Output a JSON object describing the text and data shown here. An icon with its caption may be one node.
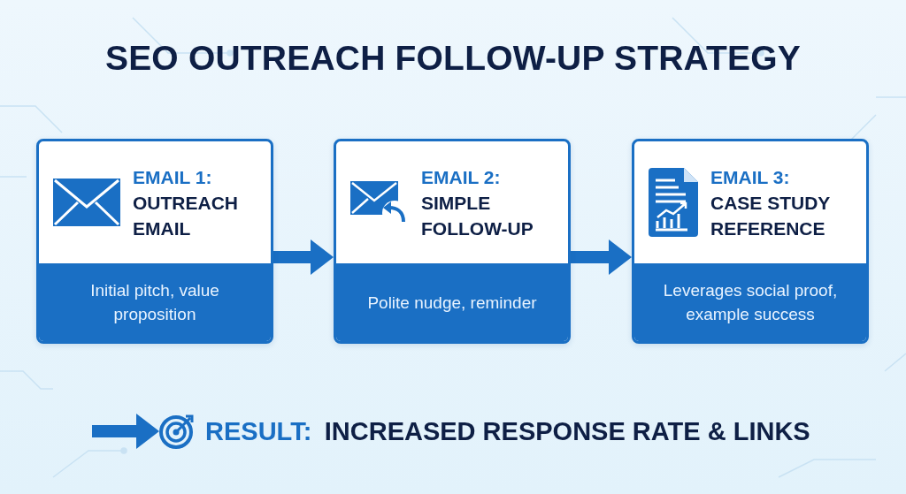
{
  "diagram": {
    "title": "SEO OUTREACH FOLLOW-UP STRATEGY",
    "nodes": [
      {
        "text": [
          "EMAIL 1:",
          "OUTREACH EMAIL",
          "Initial pitch, value proposition"
        ]
      },
      {
        "text": [
          "EMAIL 2:",
          "SIMPLE FOLLOW-UP",
          "Polite nudge, reminder"
        ]
      },
      {
        "text": [
          "EMAIL 3:",
          "CASE STUDY REFERENCE",
          "Leverages social proof, example success"
        ]
      },
      {
        "text": [
          "RESULT:",
          "INCREASED RESPONSE RATE & LINKS"
        ]
      }
    ],
    "edges": [
      {
        "from": 0,
        "to": 1,
        "arrow": "to"
      },
      {
        "from": 1,
        "to": 2,
        "arrow": "to"
      },
      {
        "from": null,
        "to": 3,
        "arrow": "to"
      }
    ]
  }
}
